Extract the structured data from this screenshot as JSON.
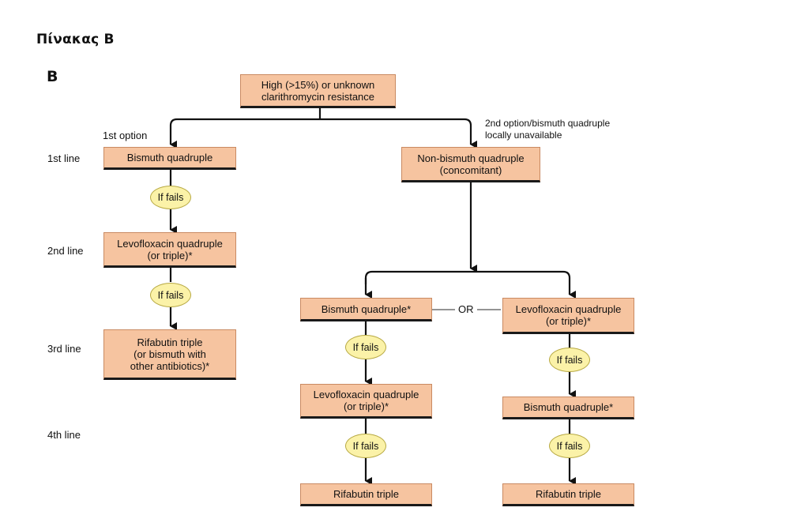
{
  "page_title": "Πίνακας Β",
  "panel_letter": "B",
  "line_labels": {
    "first": "1st line",
    "second": "2nd line",
    "third": "3rd line",
    "fourth": "4th line"
  },
  "notes": {
    "first_option": "1st option",
    "second_option": "2nd option/bismuth quadruple\nlocally unavailable"
  },
  "or_label": "OR",
  "if_fails": "If fails",
  "boxes": {
    "top": "High (>15%) or unknown\nclarithromycin resistance",
    "left_l1": "Bismuth quadruple",
    "left_l2": "Levofloxacin quadruple\n(or triple)*",
    "left_l3": "Rifabutin triple\n(or bismuth with\nother antibiotics)*",
    "right_l1": "Non-bismuth quadruple\n(concomitant)",
    "mid_a": "Bismuth quadruple*",
    "mid_b": "Levofloxacin quadruple\n(or  triple)*",
    "mid_c": "Rifabutin triple",
    "far_a": "Levofloxacin quadruple\n(or triple)*",
    "far_b": "Bismuth quadruple*",
    "far_c": "Rifabutin triple"
  }
}
